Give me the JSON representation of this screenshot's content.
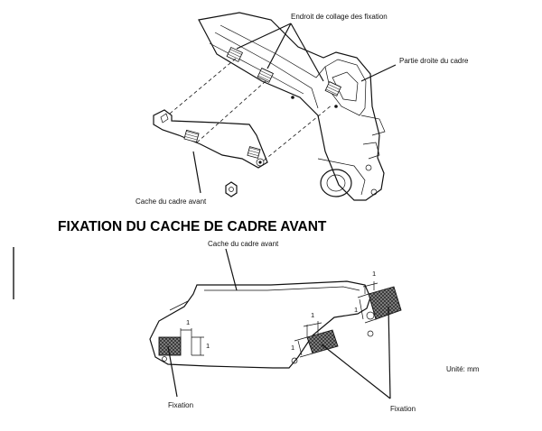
{
  "labels": {
    "bonding_points": "Endroit de collage des fixation",
    "frame_right": "Partie droite du cadre",
    "cover_top": "Cache du cadre avant",
    "section_title": "FIXATION DU CACHE DE CADRE AVANT",
    "cover_bottom": "Cache du cadre avant",
    "unit": "Unité: mm",
    "fixation_left": "Fixation",
    "fixation_right": "Fixation"
  },
  "dimensions": {
    "d1": "1",
    "d2": "1",
    "d3": "1",
    "d4": "1",
    "d5": "1",
    "d6": "1"
  }
}
